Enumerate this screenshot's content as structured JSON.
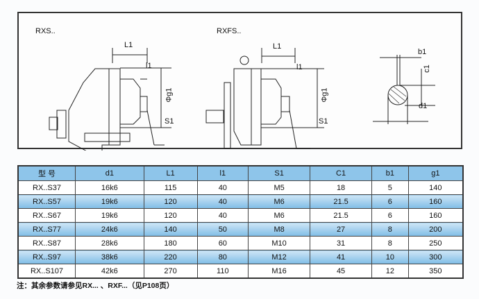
{
  "drawing": {
    "left_label": "RXS..",
    "middle_label": "RXFS..",
    "dims": {
      "L1": "L1",
      "l1": "l1",
      "g1": "Φg1",
      "S1": "S1",
      "b1": "b1",
      "c1": "c1",
      "d1": "d1"
    }
  },
  "table": {
    "headers": [
      "型  号",
      "d1",
      "L1",
      "l1",
      "S1",
      "C1",
      "b1",
      "g1"
    ],
    "rows": [
      [
        "RX..S37",
        "16k6",
        "115",
        "40",
        "M5",
        "18",
        "5",
        "140"
      ],
      [
        "RX..S57",
        "19k6",
        "120",
        "40",
        "M6",
        "21.5",
        "6",
        "160"
      ],
      [
        "RX..S67",
        "19k6",
        "120",
        "40",
        "M6",
        "21.5",
        "6",
        "160"
      ],
      [
        "RX..S77",
        "24k6",
        "140",
        "50",
        "M8",
        "27",
        "8",
        "200"
      ],
      [
        "RX..S87",
        "28k6",
        "180",
        "60",
        "M10",
        "31",
        "8",
        "250"
      ],
      [
        "RX..S97",
        "38k6",
        "220",
        "80",
        "M12",
        "41",
        "10",
        "300"
      ],
      [
        "RX..S107",
        "42k6",
        "270",
        "110",
        "M16",
        "45",
        "12",
        "350"
      ]
    ]
  },
  "note": "注：其余参数请参见RX... 、RXF...（见P108页）"
}
